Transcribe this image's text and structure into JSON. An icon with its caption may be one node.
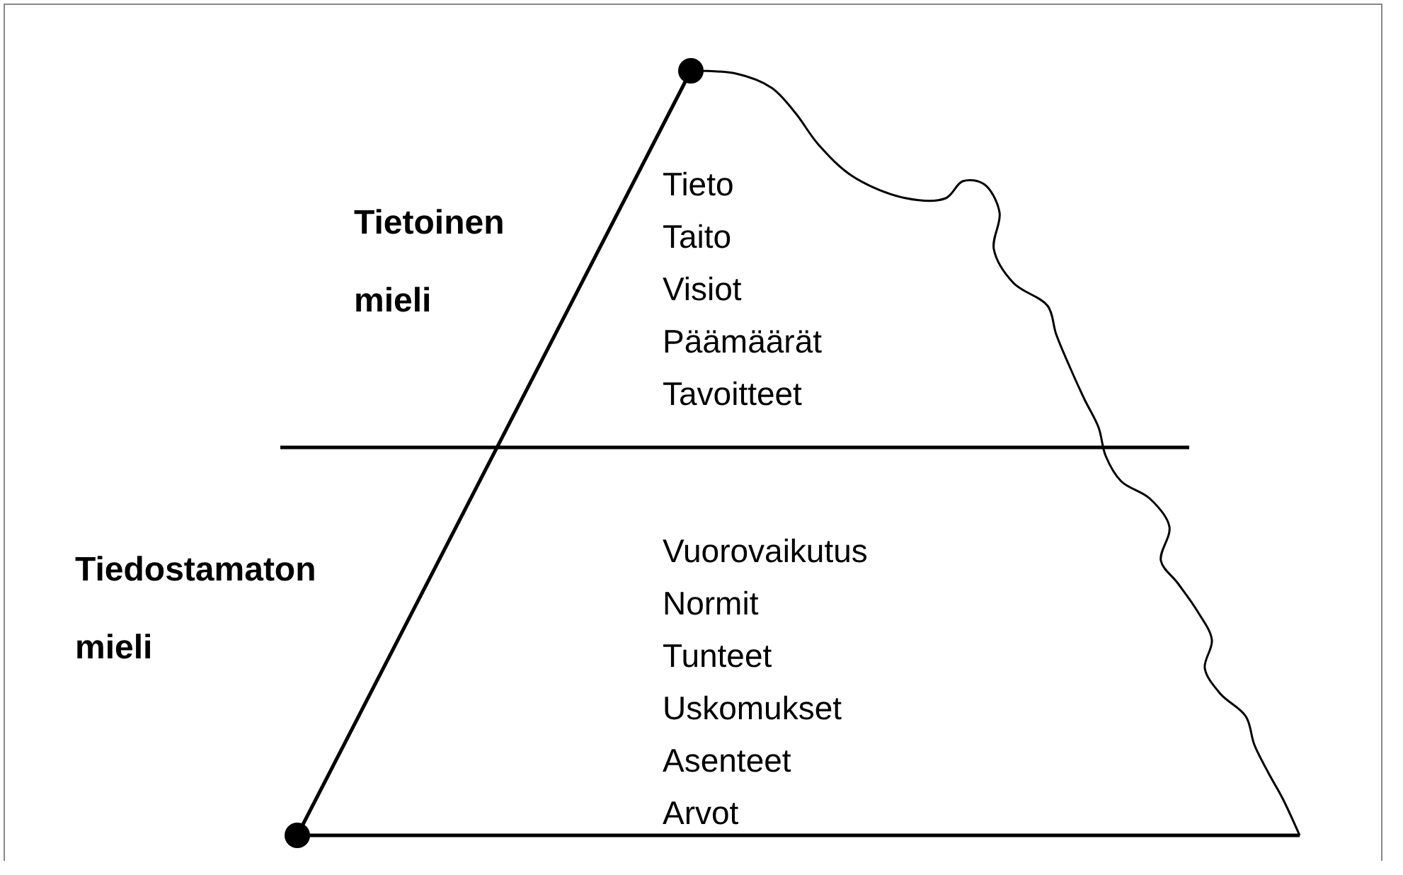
{
  "diagram": {
    "labels": [
      "Tietoinen mieli",
      "Tieto",
      "Taito",
      "Visiot",
      "Päämäärät",
      "Tavoitteet",
      "Tiedostamaton mieli",
      "Vuorovaikutus",
      "Normit",
      "Tunteet",
      "Uskomukset",
      "Asenteet",
      "Arvot"
    ]
  }
}
